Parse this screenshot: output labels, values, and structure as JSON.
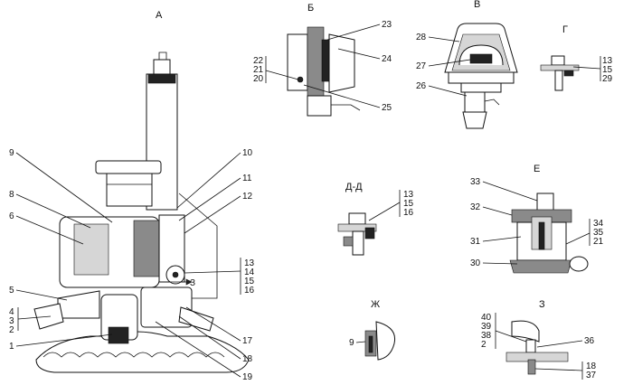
{
  "views": [
    {
      "id": "A",
      "title": "А"
    },
    {
      "id": "B",
      "title": "Б"
    },
    {
      "id": "V",
      "title": "В"
    },
    {
      "id": "G",
      "title": "Г"
    },
    {
      "id": "DD",
      "title": "Д-Д"
    },
    {
      "id": "E",
      "title": "Е"
    },
    {
      "id": "ZH",
      "title": "Ж"
    },
    {
      "id": "Z",
      "title": "З"
    }
  ],
  "section_marker": "З",
  "callouts": {
    "a": [
      "9",
      "8",
      "6",
      "5",
      "4",
      "3",
      "2",
      "1",
      "10",
      "11",
      "12",
      "13",
      "14",
      "15",
      "16",
      "17",
      "18",
      "19"
    ],
    "b": [
      "23",
      "24",
      "22",
      "21",
      "20",
      "25"
    ],
    "v": [
      "28",
      "27",
      "26"
    ],
    "g": [
      "13",
      "15",
      "29"
    ],
    "dd": [
      "13",
      "15",
      "16"
    ],
    "e": [
      "33",
      "32",
      "31",
      "30",
      "34",
      "35",
      "21"
    ],
    "zh": [
      "9"
    ],
    "z": [
      "40",
      "39",
      "38",
      "2",
      "36",
      "18",
      "37"
    ]
  }
}
